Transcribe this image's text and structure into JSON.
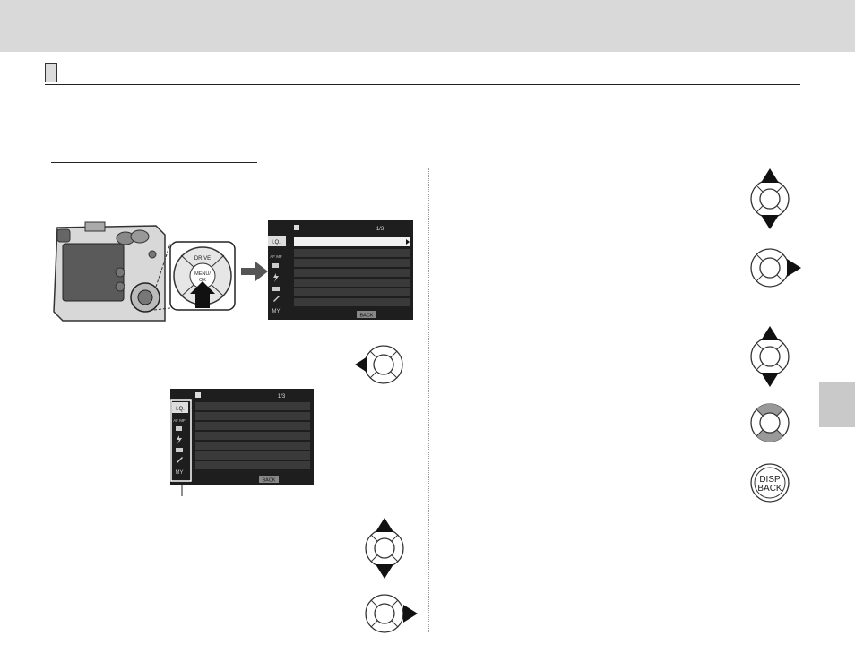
{
  "screen": {
    "tab_label": "I.Q.",
    "page": "1/3",
    "back_label": "BACK",
    "tabs": [
      "I.Q.",
      "AF MF",
      "camera",
      "flash",
      "movie",
      "wrench",
      "MY"
    ]
  },
  "buttons": {
    "drive": "DRIVE",
    "menu": "MENU/",
    "ok": "OK",
    "disp": "DISP",
    "back": "BACK"
  },
  "colors": {
    "band": "#d9d9d9",
    "tab": "#c9c9c9",
    "screen": "#1e1e1e",
    "row": "#3a3a3a"
  }
}
